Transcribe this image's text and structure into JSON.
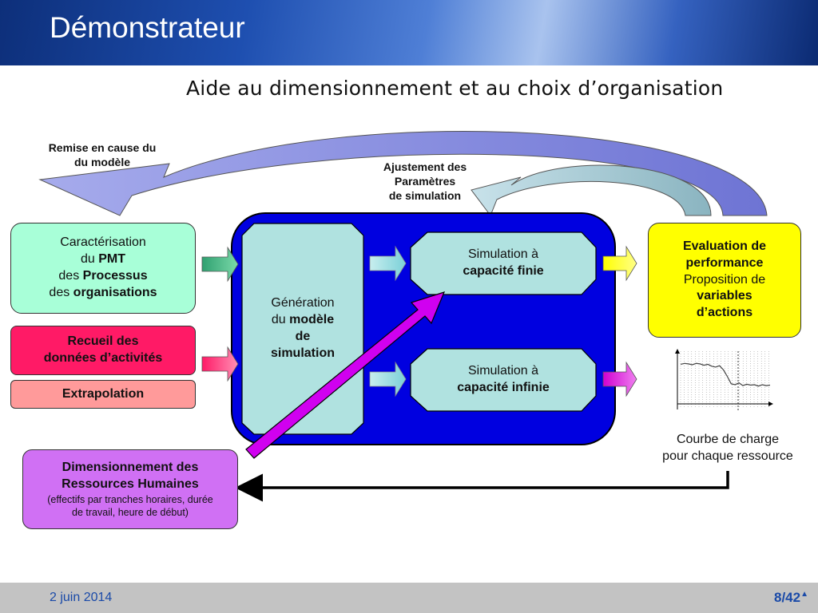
{
  "header": {
    "title": "Démonstrateur"
  },
  "subtitle": "Aide au dimensionnement et au choix d’organisation",
  "arrows": {
    "remise": {
      "line1": "Remise en cause du",
      "line2": "du modèle"
    },
    "ajustement": {
      "line1": "Ajustement des",
      "line2": "Paramètres",
      "line3": "de simulation"
    }
  },
  "boxes": {
    "caracterisation": {
      "l1": "Caractérisation",
      "l2a": "du ",
      "l2b": "PMT",
      "l3a": "des ",
      "l3b": "Processus",
      "l4a": "des ",
      "l4b": "organisations"
    },
    "recueil": {
      "l1": "Recueil des",
      "l2": "données d’activités"
    },
    "extrapolation": {
      "l1": "Extrapolation"
    },
    "generation": {
      "l1": "Génération",
      "l2a": "du ",
      "l2b": "modèle",
      "l3": "de",
      "l4": "simulation"
    },
    "sim_finie": {
      "l1": "Simulation à",
      "l2": "capacité finie"
    },
    "sim_infinie": {
      "l1": "Simulation à",
      "l2": "capacité infinie"
    },
    "evaluation": {
      "l1": "Evaluation de",
      "l2": "performance",
      "l3": "Proposition de",
      "l4": "variables",
      "l5": "d’actions"
    },
    "courbe": {
      "l1": "Courbe de charge",
      "l2": "pour chaque ressource"
    },
    "dimensionnement": {
      "l1": "Dimensionnement des",
      "l2": "Ressources Humaines",
      "l3": "(effectifs par tranches horaires, durée",
      "l4": "de travail, heure de début)"
    }
  },
  "chart_data": {
    "type": "line",
    "title": "",
    "xlabel": "",
    "ylabel": "",
    "values": [
      0.82,
      0.84,
      0.83,
      0.81,
      0.84,
      0.83,
      0.8,
      0.82,
      0.78,
      0.76,
      0.79,
      0.7,
      0.56,
      0.4,
      0.38,
      0.42,
      0.36,
      0.39,
      0.37,
      0.38,
      0.35,
      0.38,
      0.36,
      0.37
    ],
    "grid": true
  },
  "footer": {
    "date": "2 juin 2014",
    "page": "8/42"
  },
  "colors": {
    "sim_block": "#0000e0",
    "caracterisation_fill": "#a8ffd8",
    "recueil_fill": "#ff1a66",
    "extrapolation_fill": "#ff9a9a",
    "evaluation_fill": "#ffff00",
    "dimensionnement_fill": "#d070f4",
    "simulation_fill": "#b0e2e0",
    "remise_arrow": "#7d83dc",
    "ajustement_arrow": "#9dc2cc"
  }
}
